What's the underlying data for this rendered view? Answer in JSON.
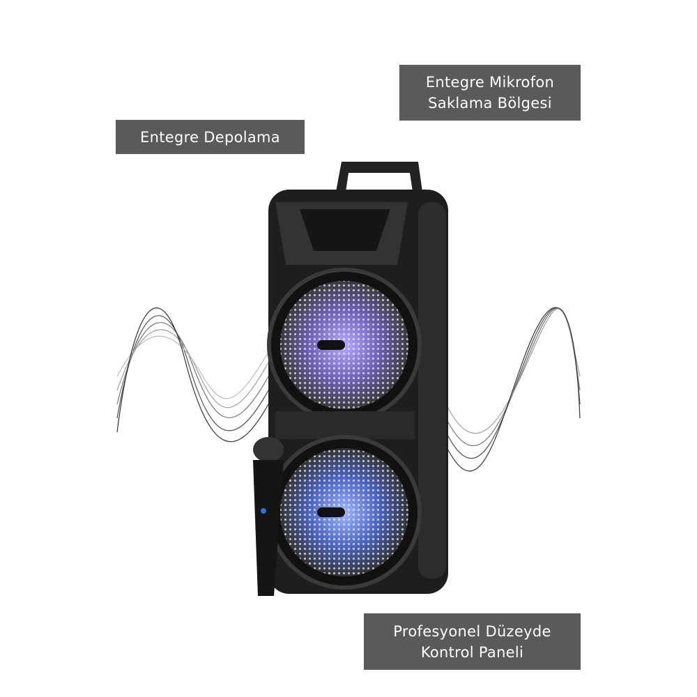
{
  "labels": {
    "mic_storage": [
      "Entegre Mikrofon",
      "Saklama Bölgesi"
    ],
    "storage": "Entegre Depolama",
    "control_panel": [
      "Profesyonel Düzeyde",
      "Kontrol Paneli"
    ]
  },
  "colors": {
    "label_bg": "#5a5a5a",
    "speaker_body": "#1e1e1e",
    "led_glow": "#7a6cd8"
  }
}
